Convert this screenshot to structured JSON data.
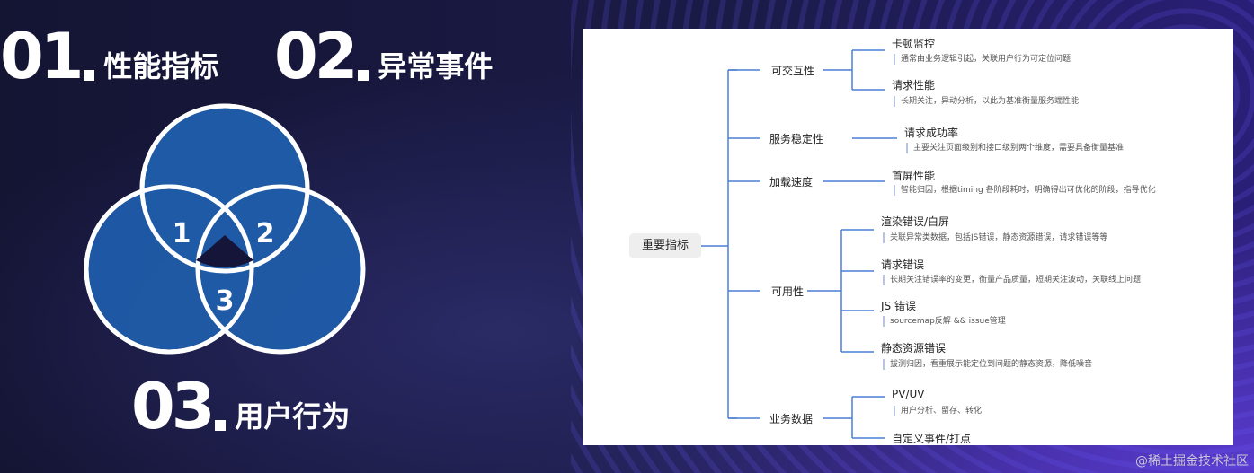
{
  "headings": {
    "h1": {
      "num": "01",
      "title": "性能指标"
    },
    "h2": {
      "num": "02",
      "title": "异常事件"
    },
    "h3": {
      "num": "03",
      "title": "用户行为"
    }
  },
  "venn": {
    "labels": [
      "1",
      "2",
      "3"
    ],
    "fill": "#1f5aa6",
    "stroke": "#ffffff"
  },
  "mindmap": {
    "root": "重要指标",
    "branches": [
      {
        "label": "可交互性",
        "items": [
          {
            "label": "卡顿监控",
            "note": "通常由业务逻辑引起，关联用户行为可定位问题"
          },
          {
            "label": "请求性能",
            "note": "长期关注，异动分析，以此为基准衡量服务端性能"
          }
        ]
      },
      {
        "label": "服务稳定性",
        "items": [
          {
            "label": "请求成功率",
            "note": "主要关注页面级别和接口级别两个维度，需要具备衡量基准"
          }
        ]
      },
      {
        "label": "加载速度",
        "items": [
          {
            "label": "首屏性能",
            "note": "智能归因，根据timing 各阶段耗时，明确得出可优化的阶段，指导优化"
          }
        ]
      },
      {
        "label": "可用性",
        "items": [
          {
            "label": "渲染错误/白屏",
            "note": "关联异常类数据，包括JS错误，静态资源错误，请求错误等等"
          },
          {
            "label": "请求错误",
            "note": "长期关注错误率的变更，衡量产品质量，短期关注波动，关联线上问题"
          },
          {
            "label": "JS 错误",
            "note": "sourcemap反解 && issue管理"
          },
          {
            "label": "静态资源错误",
            "note": "拔测归因，看重展示能定位到问题的静态资源，降低噪音"
          }
        ]
      },
      {
        "label": "业务数据",
        "items": [
          {
            "label": "PV/UV",
            "note": "用户分析、留存、转化"
          },
          {
            "label": "自定义事件/打点",
            "note": ""
          }
        ]
      }
    ],
    "line_color": "#4a7fd6"
  },
  "watermark": "@稀土掘金技术社区"
}
